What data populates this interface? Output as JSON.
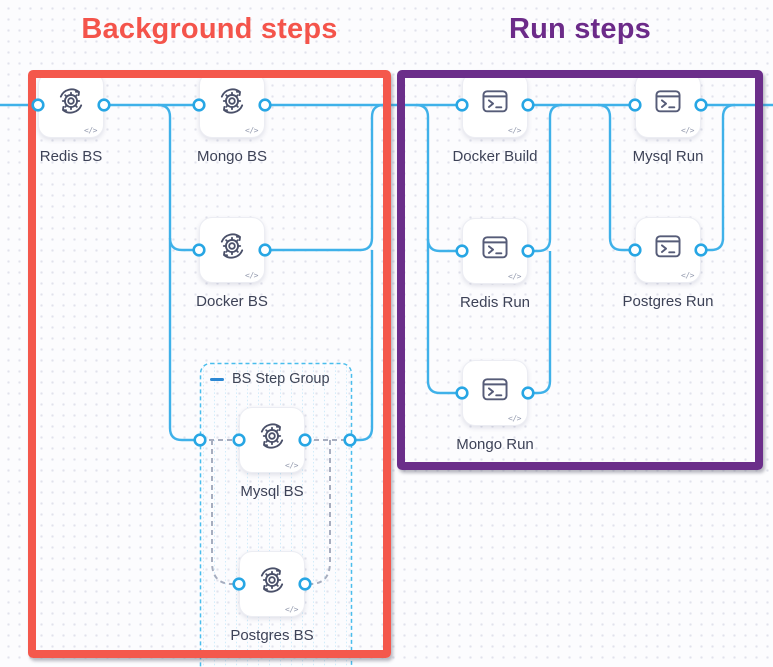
{
  "titles": {
    "background_steps": "Background steps",
    "run_steps": "Run steps"
  },
  "group": {
    "label": "BS Step Group"
  },
  "badge_glyph": "</>",
  "nodes": {
    "redis_bs": "Redis BS",
    "mongo_bs": "Mongo BS",
    "docker_bs": "Docker BS",
    "mysql_bs": "Mysql BS",
    "postgres_bs": "Postgres BS",
    "docker_build": "Docker Build",
    "redis_run": "Redis Run",
    "mongo_run": "Mongo Run",
    "mysql_run": "Mysql Run",
    "postgres_run": "Postgres Run"
  },
  "colors": {
    "background_box_accent": "#f4584c",
    "run_box_accent": "#6b2e8a",
    "edge_blue": "#3fb1e9",
    "port_ring": "#27a6e4",
    "dashed_edge_gray": "#a6adbf",
    "group_border_blue": "#49bdec",
    "node_icon": "#4a5069",
    "label_text": "#3d4257"
  }
}
